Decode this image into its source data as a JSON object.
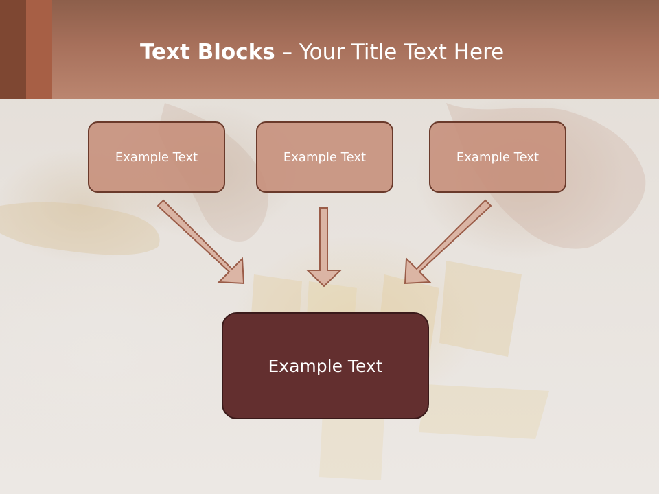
{
  "slide": {
    "title_bold": "Text Blocks",
    "title_rest": " – Your Title Text Here",
    "blocks": [
      {
        "label": "Example Text"
      },
      {
        "label": "Example Text"
      },
      {
        "label": "Example Text"
      }
    ],
    "main_block": {
      "label": "Example Text"
    }
  },
  "colors": {
    "header": "#b07a63",
    "accent_dark": "#7e4732",
    "accent_light": "#a75f45",
    "block_fill": "#c68e7a",
    "block_border": "#6a3a2b",
    "main_fill": "#632f2f",
    "arrow_fill": "#d6aa98",
    "arrow_stroke": "#9a5c48"
  }
}
